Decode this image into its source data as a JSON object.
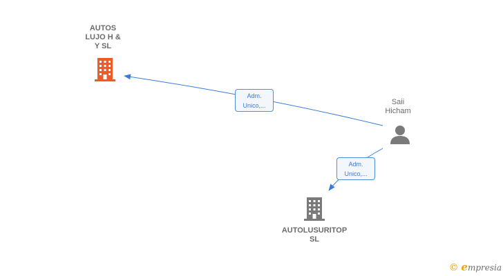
{
  "nodes": [
    {
      "id": "autos-lujo",
      "type": "company",
      "label": "AUTOS\nLUJO H &\nY  SL",
      "icon": "building-icon",
      "color": "#f15a24"
    },
    {
      "id": "saii-hicham",
      "type": "person",
      "label": "Saii\nHicham",
      "icon": "person-icon",
      "color": "#7a7a7a"
    },
    {
      "id": "autolusuritop",
      "type": "company",
      "label": "AUTOLUSURITOP\nSL",
      "icon": "building-icon",
      "color": "#7a7a7a"
    }
  ],
  "edges": [
    {
      "from": "saii-hicham",
      "to": "autos-lujo",
      "label": "Adm.\nUnico,..."
    },
    {
      "from": "saii-hicham",
      "to": "autolusuritop",
      "label": "Adm.\nUnico,..."
    }
  ],
  "colors": {
    "edge": "#3a7bd5"
  },
  "watermark": {
    "copyright_symbol": "©",
    "brand_initial": "e",
    "brand_rest": "mpresia"
  }
}
